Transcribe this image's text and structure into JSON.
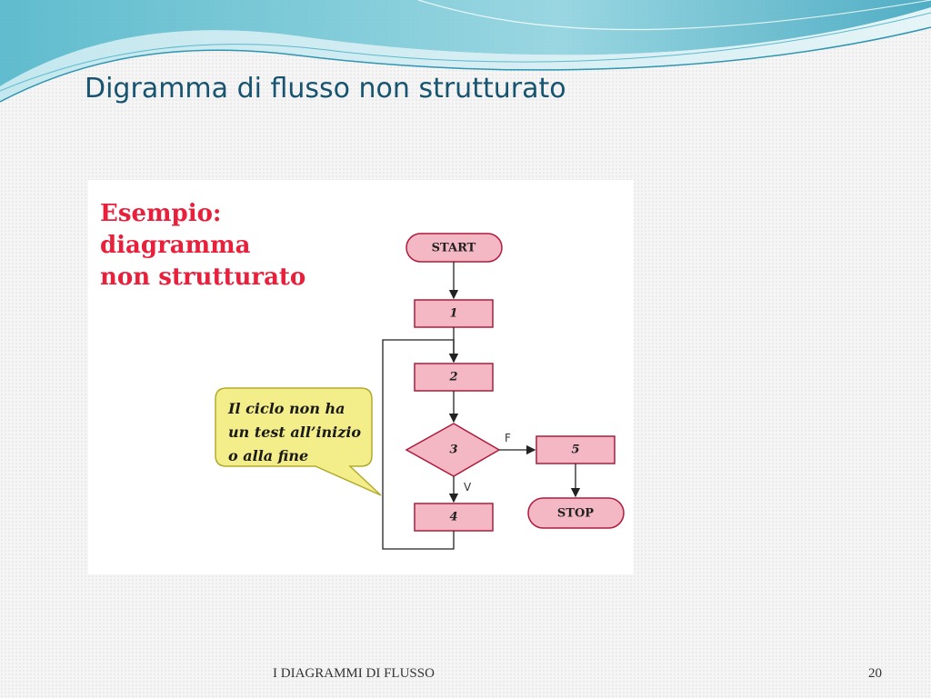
{
  "slide": {
    "title": "Digramma di flusso non strutturato",
    "footer": "I DIAGRAMMI DI FLUSSO",
    "page_number": "20"
  },
  "figure": {
    "heading_lines": [
      "Esempio:",
      "diagramma",
      "non strutturato"
    ],
    "callout_lines": [
      "Il ciclo non ha",
      "un test all’inizio",
      "o alla fine"
    ],
    "nodes": {
      "start": "START",
      "n1": "1",
      "n2": "2",
      "n3": "3",
      "n4": "4",
      "n5": "5",
      "stop": "STOP"
    },
    "branch_false": "F",
    "branch_true": "V"
  },
  "colors": {
    "title": "#17546f",
    "heading": "#e8203c",
    "node_fill": "#f4b8c5",
    "node_stroke": "#b01a3c",
    "callout_fill": "#f3ee8a",
    "callout_stroke": "#b3ab2e"
  }
}
